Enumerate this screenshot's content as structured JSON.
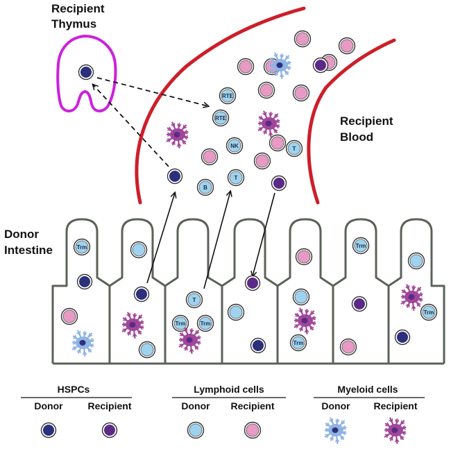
{
  "regions": {
    "thymus": [
      "Recipient",
      "Thymus"
    ],
    "blood": [
      "Recipient",
      "Blood"
    ],
    "intestine": [
      "Donor",
      "Intestine"
    ]
  },
  "cell_tags": {
    "rte": "RTE",
    "nk": "NK",
    "t": "T",
    "b": "B",
    "trm": "Trm"
  },
  "legend": {
    "groups": [
      {
        "title": "HSPCs",
        "donor": "Donor",
        "recipient": "Recipient"
      },
      {
        "title": "Lymphoid cells",
        "donor": "Donor",
        "recipient": "Recipient"
      },
      {
        "title": "Myeloid cells",
        "donor": "Donor",
        "recipient": "Recipient"
      }
    ]
  },
  "colors": {
    "hspc_donor": "#2c2f7a",
    "hspc_recipient": "#5b2a86",
    "lymph_donor": "#9fd2ee",
    "lymph_recipient": "#e79ac4",
    "myeloid_donor": "#8fb3e4",
    "myeloid_recipient": "#a0479a",
    "vessel": "#cc1f2a",
    "thymus": "#cc22dd",
    "epithelium": "#5b6159"
  }
}
